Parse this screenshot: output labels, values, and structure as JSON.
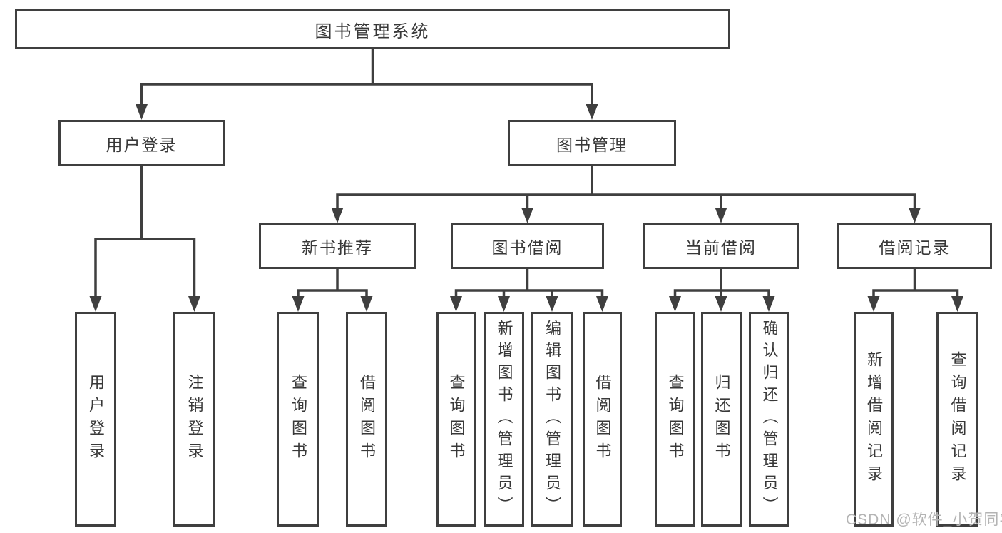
{
  "diagram": {
    "root": "图书管理系统",
    "level2": {
      "user_login": "用户登录",
      "book_mgmt": "图书管理"
    },
    "level3": {
      "new_book_rec": "新书推荐",
      "book_borrow": "图书借阅",
      "current_borrow": "当前借阅",
      "borrow_record": "借阅记录"
    },
    "leaves": {
      "user_login": "用户登录",
      "logout": "注销登录",
      "nb_query": "查询图书",
      "nb_borrow": "借阅图书",
      "bb_query": "查询图书",
      "bb_add": "新增图书（管理员）",
      "bb_edit": "编辑图书（管理员）",
      "bb_borrow": "借阅图书",
      "cb_query": "查询图书",
      "cb_return": "归还图书",
      "cb_confirm": "确认归还（管理员）",
      "br_add": "新增借阅记录",
      "br_query": "查询借阅记录"
    }
  },
  "watermark": "CSDN @软件_小贺同学",
  "colors": {
    "line": "#3f3f3f",
    "text": "#383838",
    "watermark": "#b4b4b4",
    "background": "#ffffff"
  }
}
